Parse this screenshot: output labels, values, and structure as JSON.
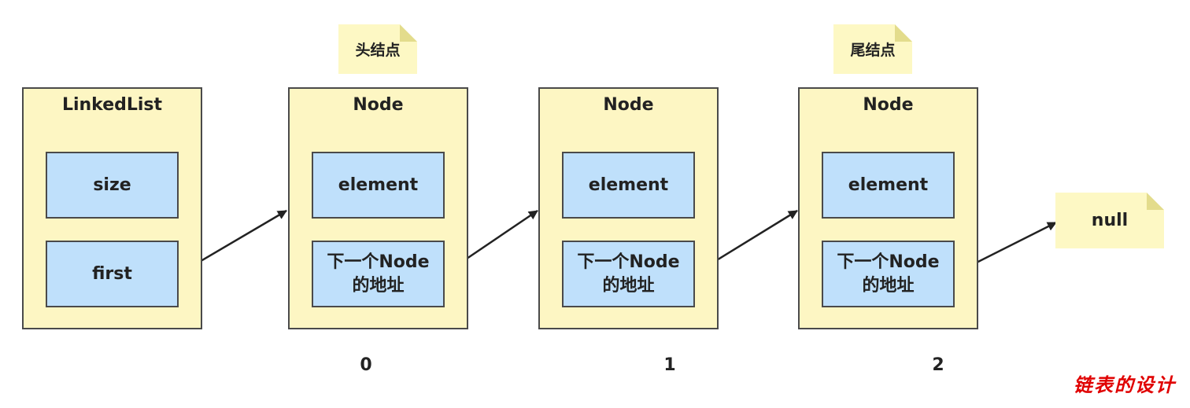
{
  "linkedlist": {
    "title": "LinkedList",
    "fields": [
      "size",
      "first"
    ]
  },
  "nodes": [
    {
      "title": "Node",
      "element": "element",
      "next_line1": "下一个Node",
      "next_line2": "的地址",
      "index": "0",
      "note": "头结点"
    },
    {
      "title": "Node",
      "element": "element",
      "next_line1": "下一个Node",
      "next_line2": "的地址",
      "index": "1",
      "note": ""
    },
    {
      "title": "Node",
      "element": "element",
      "next_line1": "下一个Node",
      "next_line2": "的地址",
      "index": "2",
      "note": "尾结点"
    }
  ],
  "null_note": "null",
  "watermark": "链表的设计",
  "colors": {
    "container_fill": "#fdf6c3",
    "field_fill": "#bfe0fb",
    "border": "#4a4a4a",
    "watermark": "#e00000"
  }
}
